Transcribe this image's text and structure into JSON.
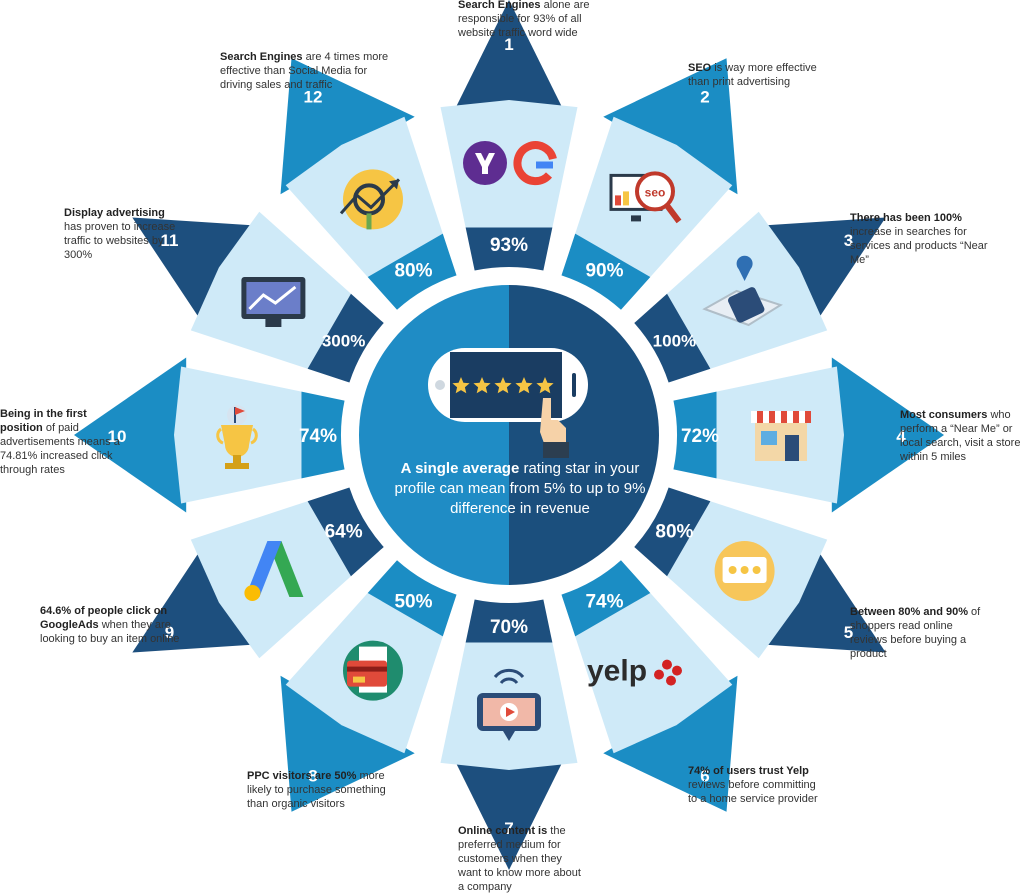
{
  "colors": {
    "dark": "#1d4f7e",
    "mid": "#1b8dc4",
    "light": "#cfeaf8",
    "center_left": "#1f8cc5",
    "center_right": "#1b4f7d",
    "accent_yellow": "#f6c544",
    "accent_red": "#e04a3a"
  },
  "center": {
    "bold": "A single average",
    "rest": " rating star in your profile can mean from 5% to up to 9% difference in revenue"
  },
  "stats": [
    {
      "id": 1,
      "number": "1",
      "percent": "93%",
      "icon": "yahoo-google-icon",
      "bold": "Search Engines",
      "rest": " alone are responsible for 93% of all website traffic word wide"
    },
    {
      "id": 2,
      "number": "2",
      "percent": "90%",
      "icon": "seo-magnifier-icon",
      "bold": "SEO",
      "rest": " is way more effective than print advertising"
    },
    {
      "id": 3,
      "number": "3",
      "percent": "100%",
      "icon": "map-pin-icon",
      "bold": "There has been 100%",
      "rest": " increase in searches for services and products “Near Me”"
    },
    {
      "id": 4,
      "number": "4",
      "percent": "72%",
      "icon": "store-icon",
      "bold": "Most consumers",
      "rest": " who perform a “Near Me” or local search, visit a store within 5 miles"
    },
    {
      "id": 5,
      "number": "5",
      "percent": "80%",
      "icon": "review-stars-icon",
      "bold": "Between 80% and 90%",
      "rest": " of shoppers read online reviews before buying a product"
    },
    {
      "id": 6,
      "number": "6",
      "percent": "74%",
      "icon": "yelp-logo-icon",
      "logo_text": "yelp",
      "bold": "74% of users trust Yelp",
      "rest": " reviews before committing to a home service provider"
    },
    {
      "id": 7,
      "number": "7",
      "percent": "70%",
      "icon": "video-phone-icon",
      "bold": "Online content is",
      "rest": " the preferred medium for customers when they want to know more about a company"
    },
    {
      "id": 8,
      "number": "8",
      "percent": "50%",
      "icon": "credit-card-receipt-icon",
      "bold": "PPC visitors are 50%",
      "rest": " more likely to purchase something than organic visitors"
    },
    {
      "id": 9,
      "number": "9",
      "percent": "64%",
      "icon": "google-ads-icon",
      "bold": "64.6% of people click on GoogleAds",
      "rest": " when they are looking to buy an item online"
    },
    {
      "id": 10,
      "number": "10",
      "percent": "74%",
      "icon": "trophy-icon",
      "bold": "Being in the first position",
      "rest": " of paid advertisements means a 74.81% increased click through rates"
    },
    {
      "id": 11,
      "number": "11",
      "percent": "300%",
      "icon": "monitor-chart-icon",
      "bold": "Display advertising",
      "rest": " has proven to increase traffic to websites by 300%"
    },
    {
      "id": 12,
      "number": "12",
      "percent": "80%",
      "icon": "growth-chart-icon",
      "bold": "Search Engines",
      "rest": " are 4 times more effective than Social Media for driving sales and traffic"
    }
  ]
}
